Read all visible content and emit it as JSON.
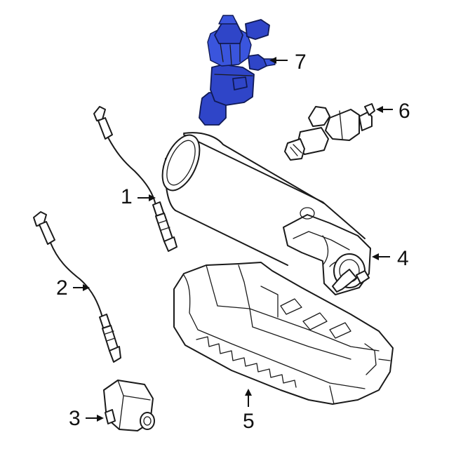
{
  "diagram": {
    "accent_color": "#2f45c8",
    "callouts": [
      {
        "id": "1",
        "label": "1"
      },
      {
        "id": "2",
        "label": "2"
      },
      {
        "id": "3",
        "label": "3"
      },
      {
        "id": "4",
        "label": "4"
      },
      {
        "id": "5",
        "label": "5"
      },
      {
        "id": "6",
        "label": "6"
      },
      {
        "id": "7",
        "label": "7"
      }
    ],
    "highlighted_part": "7"
  }
}
